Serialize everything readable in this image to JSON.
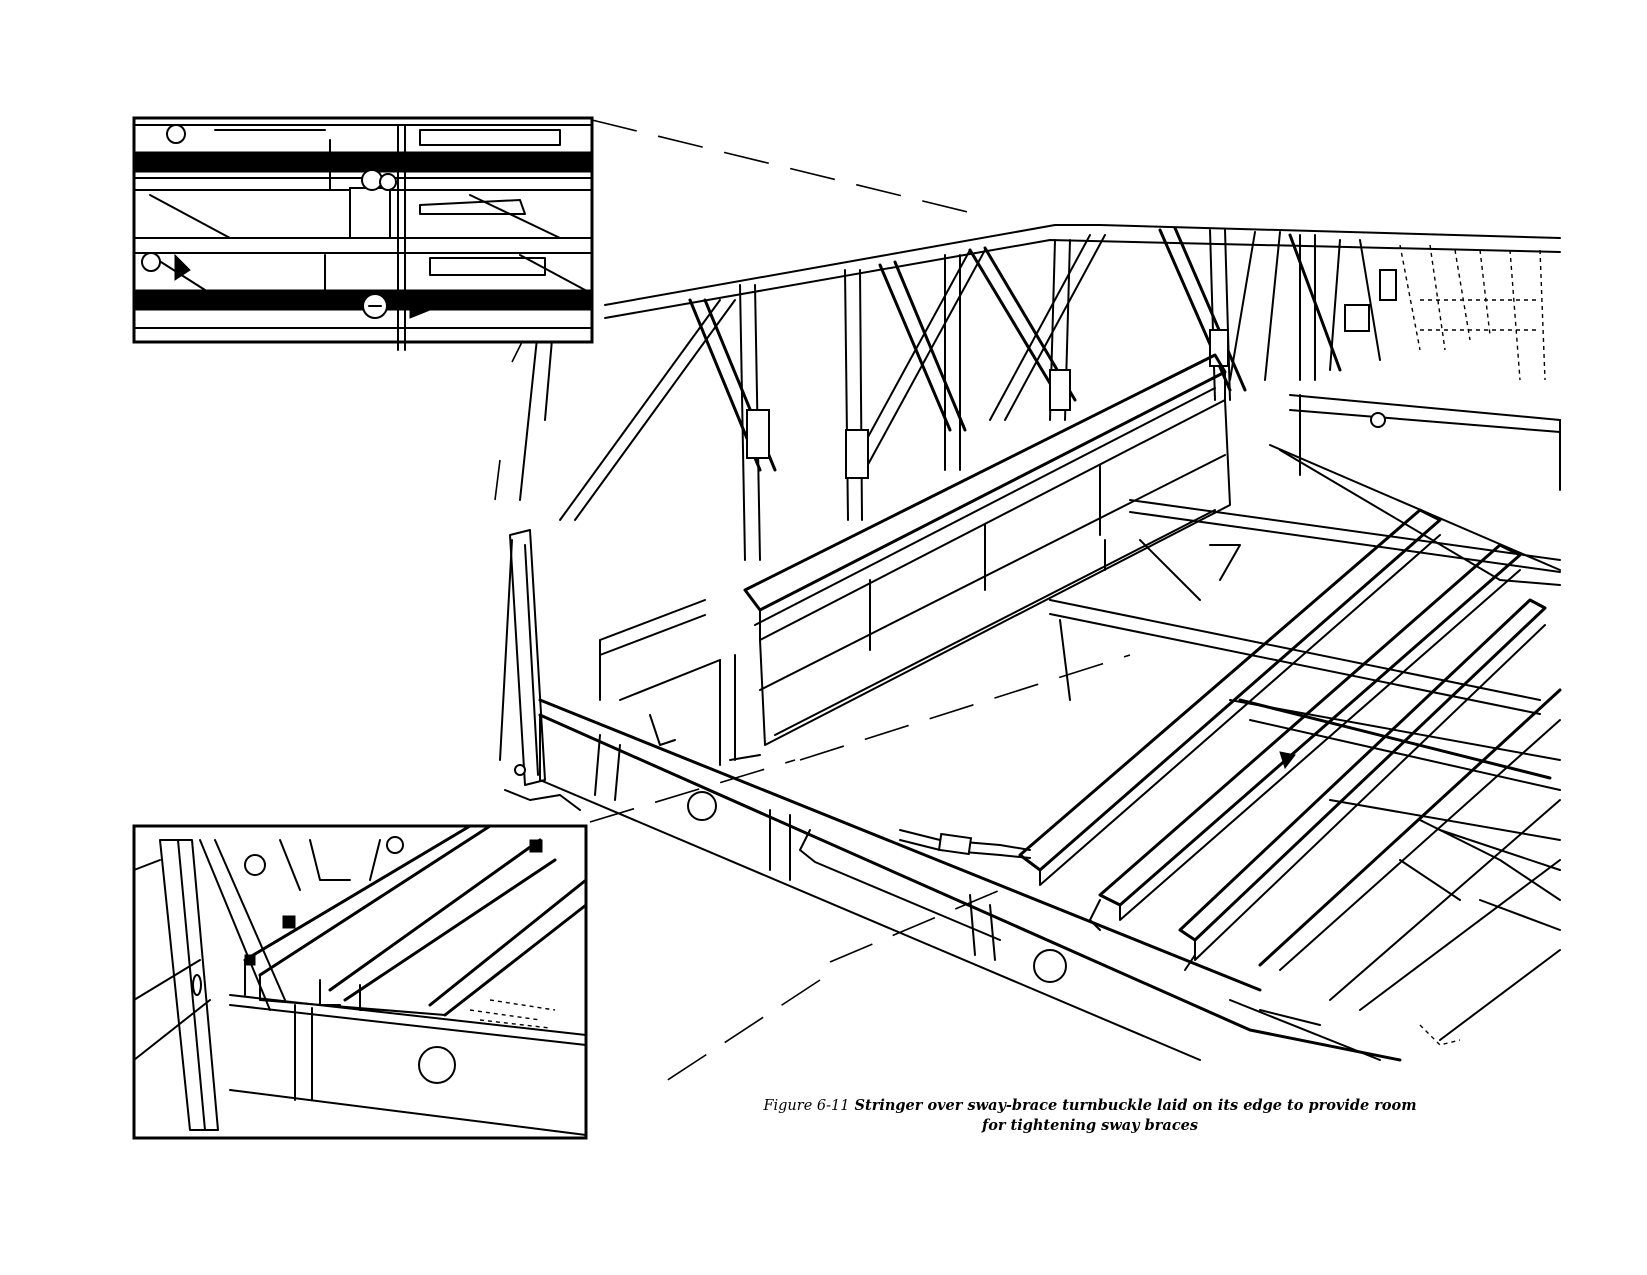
{
  "caption": {
    "figure_number": "Figure 6-11",
    "line1": "Stringer over sway-brace turnbuckle laid on its edge to provide room",
    "line2": "for tightening sway braces"
  },
  "insets": {
    "top": {
      "subject": "turnbuckle detail, plan view"
    },
    "bottom": {
      "subject": "stringer laid on edge, close-up"
    }
  }
}
